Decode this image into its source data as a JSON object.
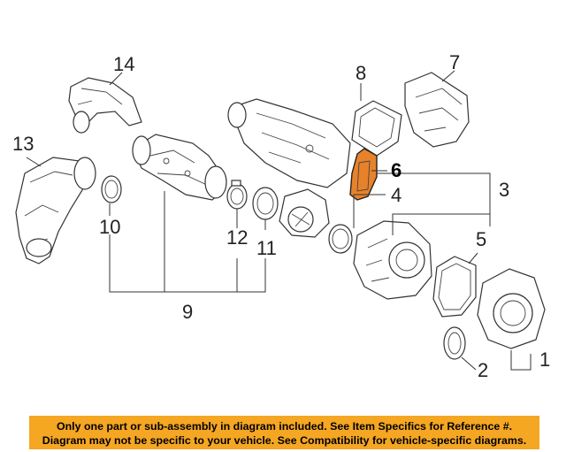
{
  "callouts": [
    {
      "id": "1",
      "label": "1"
    },
    {
      "id": "2",
      "label": "2"
    },
    {
      "id": "3",
      "label": "3"
    },
    {
      "id": "4",
      "label": "4"
    },
    {
      "id": "5",
      "label": "5"
    },
    {
      "id": "6",
      "label": "6",
      "highlighted": true
    },
    {
      "id": "7",
      "label": "7"
    },
    {
      "id": "8",
      "label": "8"
    },
    {
      "id": "9",
      "label": "9"
    },
    {
      "id": "10",
      "label": "10"
    },
    {
      "id": "11",
      "label": "11"
    },
    {
      "id": "12",
      "label": "12"
    },
    {
      "id": "13",
      "label": "13"
    },
    {
      "id": "14",
      "label": "14"
    }
  ],
  "notice": {
    "line1": "Only one part or sub-assembly in diagram included. See Item Specifics for Reference #.",
    "line2": "Diagram may not be specific to your vehicle. See Compatibility for vehicle-specific diagrams."
  },
  "colors": {
    "highlight": "#e8822a",
    "notice_bg": "#f5a623"
  }
}
